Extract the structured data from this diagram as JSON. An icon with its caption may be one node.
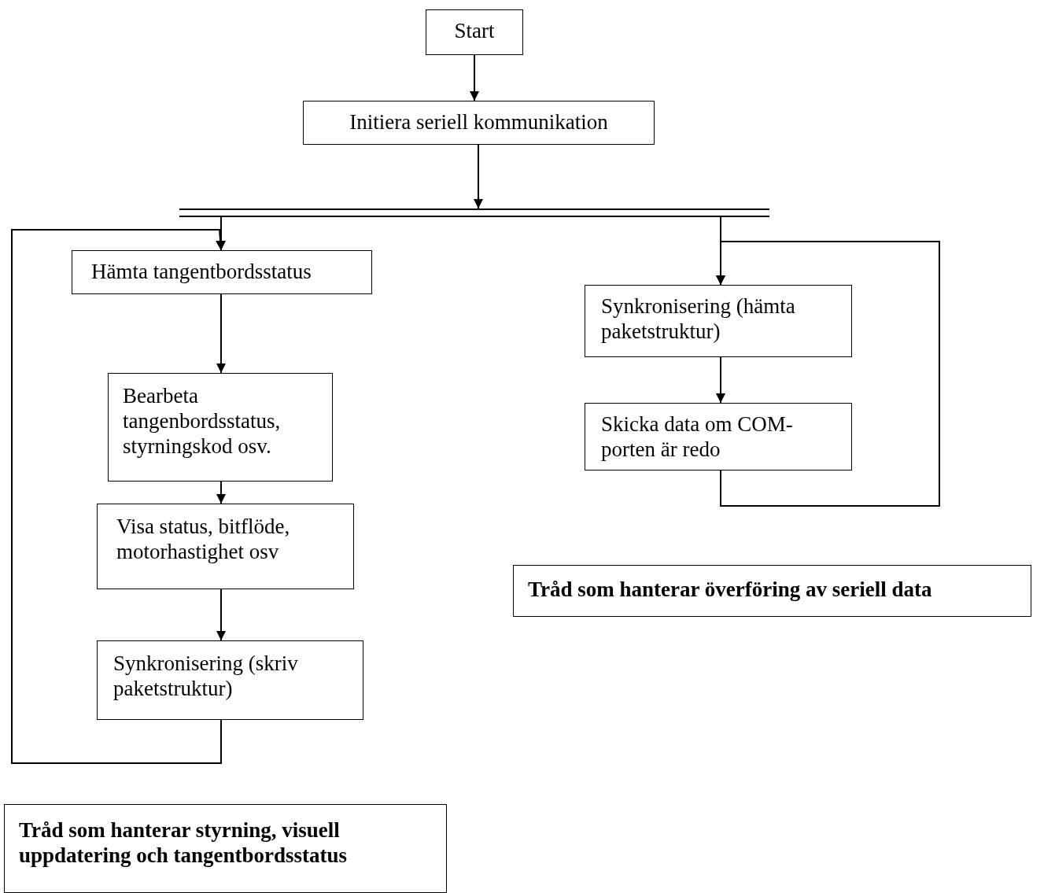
{
  "diagram": {
    "nodes": [
      {
        "text": [
          "Start"
        ]
      },
      {
        "text": [
          "Initiera seriell kommunikation"
        ]
      },
      {
        "text": [],
        "shape": "bar"
      },
      {
        "text": [
          "Hämta tangentbordsstatus"
        ]
      },
      {
        "text": [
          "Bearbeta tangenbordsstatus, styrningskod osv."
        ]
      },
      {
        "text": [
          "Visa status, bitflöde, motorhastighet  osv"
        ]
      },
      {
        "text": [
          "Synkronisering (skriv paketstruktur)"
        ]
      },
      {
        "text": [
          "Synkronisering (hämta paketstruktur)"
        ]
      },
      {
        "text": [
          "Skicka data om COM-porten är redo"
        ]
      },
      {
        "text": [
          "Tråd som hanterar överföring av seriell data"
        ]
      },
      {
        "text": [
          "Tråd som hanterar styrning, visuell uppdatering och tangentbordsstatus"
        ]
      }
    ],
    "edges": [
      {
        "from": 0,
        "to": 1,
        "arrow": "to"
      },
      {
        "from": 1,
        "to": 2,
        "arrow": "to"
      },
      {
        "from": 2,
        "to": 3,
        "arrow": "to"
      },
      {
        "from": 3,
        "to": 4,
        "arrow": "to"
      },
      {
        "from": 4,
        "to": 5,
        "arrow": "to"
      },
      {
        "from": 5,
        "to": 6,
        "arrow": "to"
      },
      {
        "from": 6,
        "to": 3,
        "arrow": "to"
      },
      {
        "from": 2,
        "to": 7,
        "arrow": "to"
      },
      {
        "from": 7,
        "to": 8,
        "arrow": "to"
      },
      {
        "from": 8,
        "to": 7,
        "arrow": "to"
      }
    ]
  }
}
